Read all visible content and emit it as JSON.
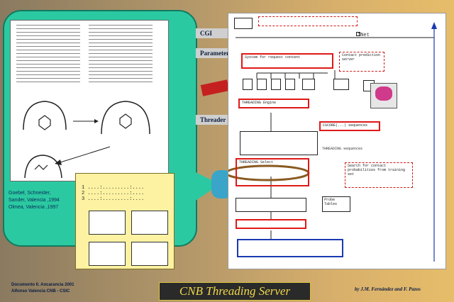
{
  "doc_lines": [],
  "reference": {
    "lines": [
      "Goebel, Schneider,",
      "Sander, Valencia ,1994",
      "Olmea, Valencia ,1997"
    ]
  },
  "connectors": {
    "labels": [
      "CGI",
      "Parameters",
      "Threader"
    ]
  },
  "diagram": {
    "inet_label": "INet",
    "boxes": {
      "system": "System for request content",
      "contact": "Contact prediction server",
      "threading": "THREADING Engine",
      "cscore": "CSCORE(...) sequences",
      "threading_seq": "THREADING sequences",
      "search": "Search for contact probabilities from training set",
      "probe": "Probe Tables",
      "select": "THREADING Select"
    }
  },
  "footer": {
    "left_line1": "Documento II. Ancarancia 2001",
    "left_line2": "Alfonso Valencia CNB - CSIC",
    "title": "CNB Threading Server",
    "right": "by J.M. Fernández and F. Pazos"
  },
  "colors": {
    "bubble": "#2bc9a1",
    "diagram_red": "#e01818",
    "panel_yellow": "#fdf2a2",
    "title_text": "#f0d84a"
  }
}
